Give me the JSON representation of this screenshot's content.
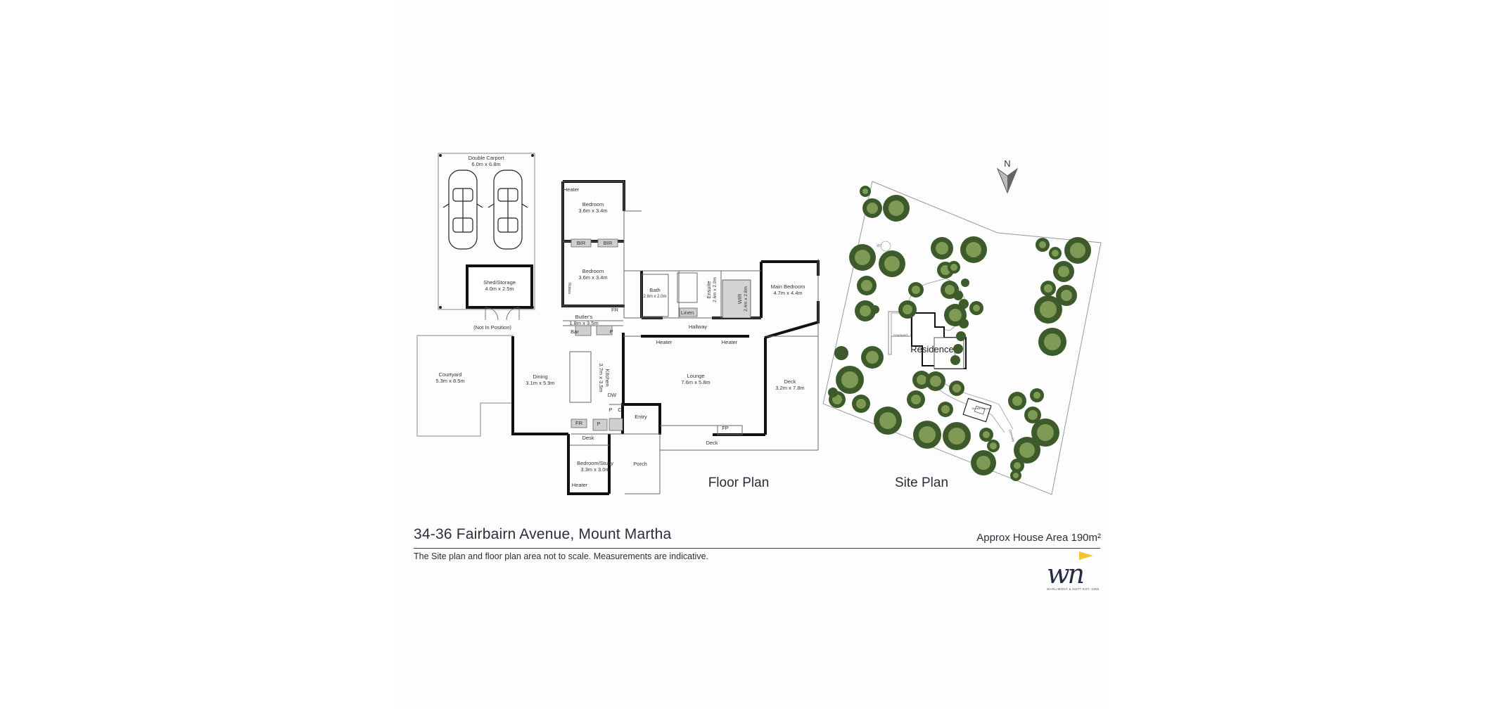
{
  "listing": {
    "address": "34-36 Fairbairn Avenue, Mount Martha",
    "area": "Approx House Area 190m²",
    "note": "The Site plan and floor plan area not to scale. Measurements are indicative."
  },
  "brand": {
    "logo_text": "wn",
    "tagline": "WARLIMONT & NUTT EST. 1965",
    "navy": "#252b45",
    "accent": "#f3c430"
  },
  "floor_plan": {
    "label": "Floor Plan",
    "carport": {
      "name": "Double Carport",
      "dims": "6.0m x 6.8m"
    },
    "shed": {
      "name": "Shed/Storage",
      "dims": "4.0m x 2.5m",
      "note": "(Not In Position)"
    },
    "courtyard": {
      "name": "Courtyard",
      "dims": "5.3m x 8.5m"
    },
    "dining": {
      "name": "Dining",
      "dims": "3.1m x 5.9m"
    },
    "kitchen": {
      "name": "Kitchen",
      "dims": "3.7m x 3.5m"
    },
    "lounge": {
      "name": "Lounge",
      "dims": "7.6m x 5.8m"
    },
    "deck_side": {
      "name": "Deck",
      "dims": "3.2m x 7.8m"
    },
    "deck_front": "Deck",
    "bedroom1": {
      "name": "Bedroom",
      "dims": "3.6m x 3.4m"
    },
    "bedroom2": {
      "name": "Bedroom",
      "dims": "3.6m x 3.4m"
    },
    "main_bedroom": {
      "name": "Main Bedroom",
      "dims": "4.7m x 4.4m"
    },
    "bath": {
      "name": "Bath",
      "dims": "2.8m x 2.0m"
    },
    "ensuite": {
      "name": "Ensuite",
      "dims": "2.6m x 2.0m"
    },
    "wir": {
      "name": "WIR",
      "dims": "2.4m x 2.8m"
    },
    "butlers": {
      "name": "Butler's",
      "dims": "1.8m x 3.5m"
    },
    "study": {
      "name": "Bedroom/Study",
      "dims": "3.3m x 3.0m"
    },
    "labels": {
      "heater": "Heater",
      "bir": "BIR",
      "linen": "Linen",
      "hallway": "Hallway",
      "bar": "Bar",
      "fr": "FR",
      "p": "P",
      "dw": "DW",
      "c": "C",
      "entry": "Entry",
      "porch": "Porch",
      "desk": "Desk",
      "fp": "FP",
      "robes": "Robes"
    }
  },
  "site_plan": {
    "label": "Site Plan",
    "residence": "Residence",
    "carport": "Double Carport",
    "courtyard": "Courtyard",
    "deck": "Deck",
    "driveway": "Driveway",
    "north": "N",
    "wt": "WT"
  },
  "colors": {
    "wall": "#111111",
    "thin_line": "#555555",
    "tree_dark": "#3d5a2a",
    "tree_light": "#7f9a55"
  }
}
